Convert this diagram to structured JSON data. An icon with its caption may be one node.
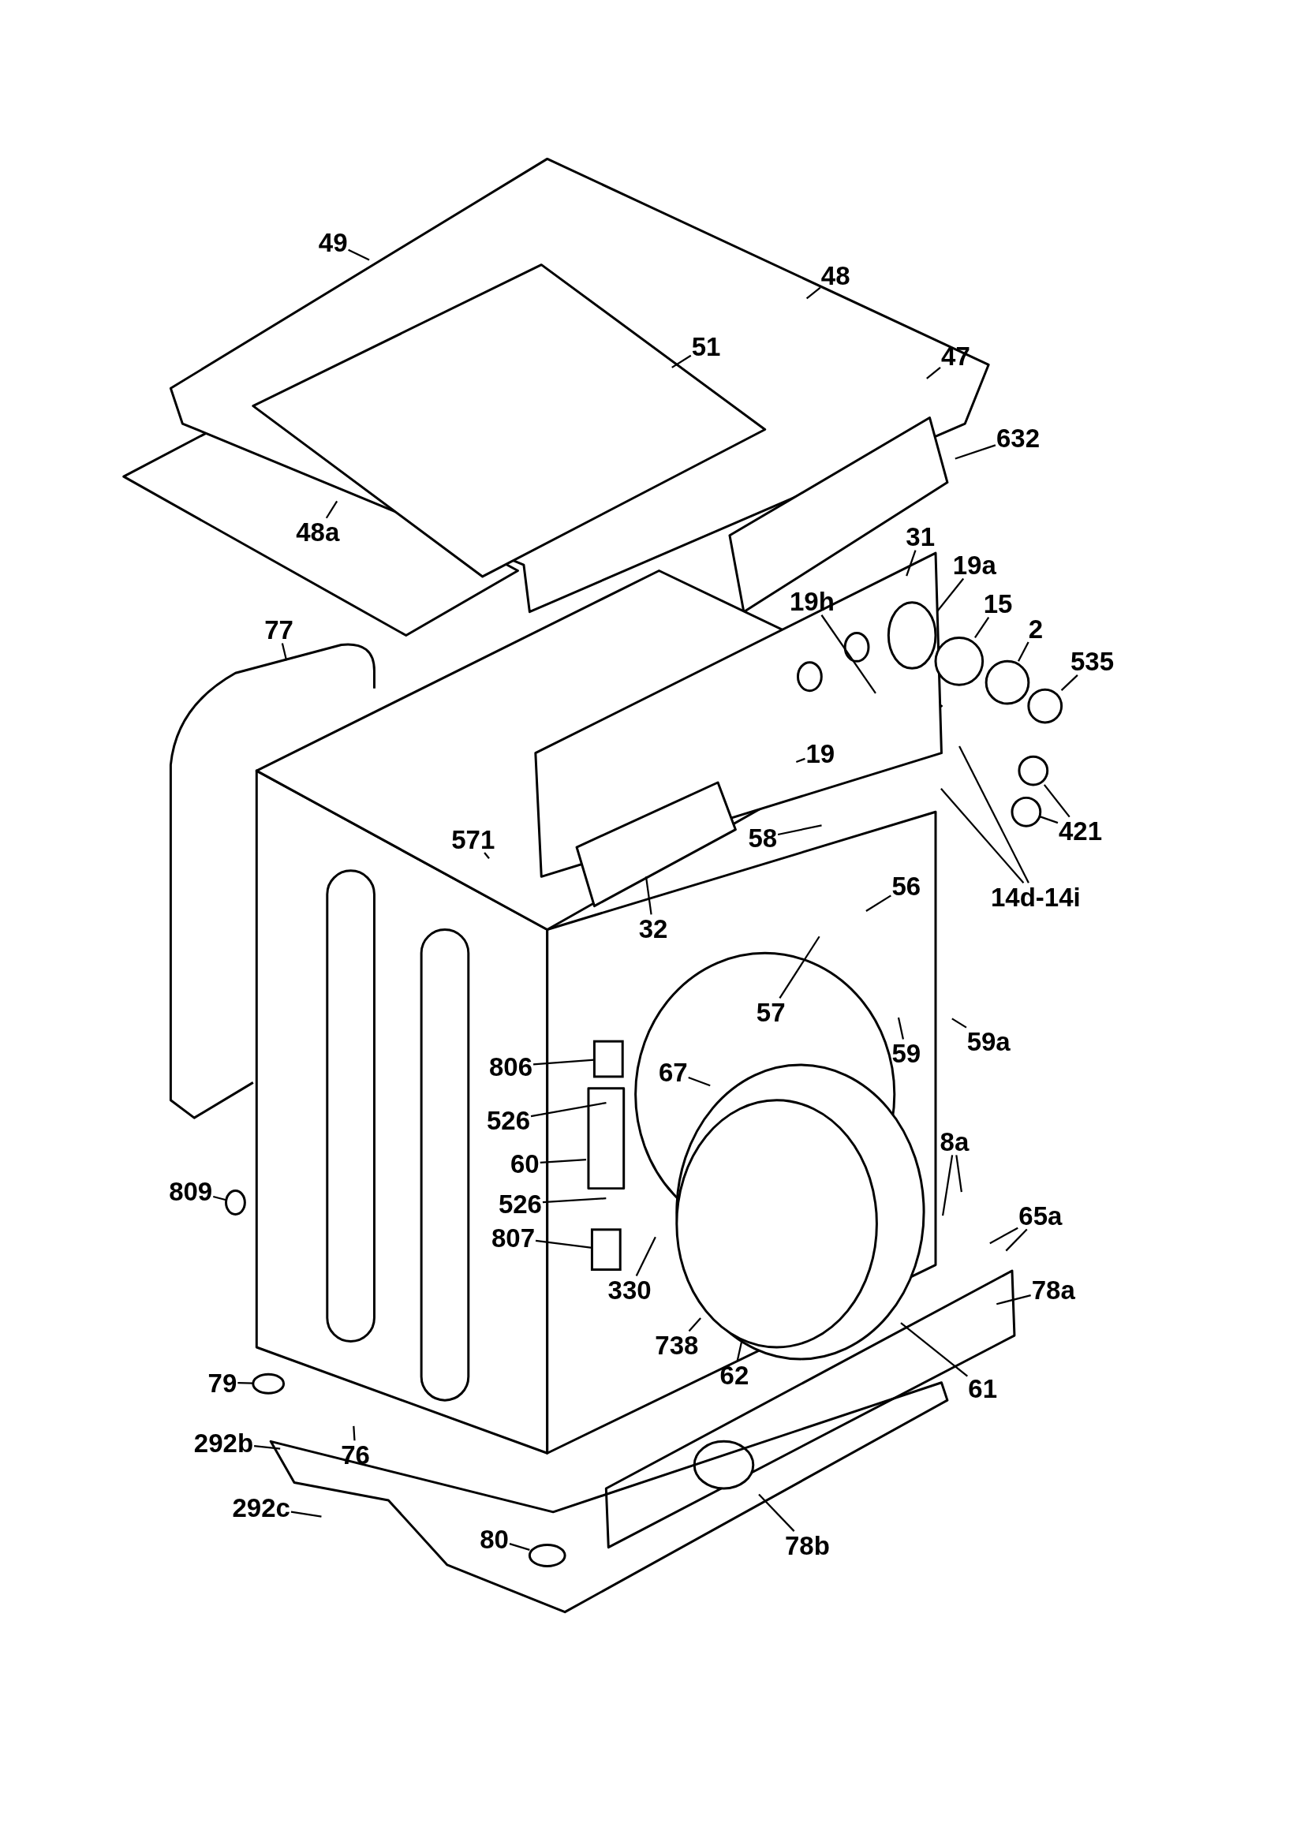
{
  "diagram": {
    "nodes": [
      {
        "text": [
          "49"
        ]
      },
      {
        "text": [
          "48"
        ]
      },
      {
        "text": [
          "51"
        ]
      },
      {
        "text": [
          "47"
        ]
      },
      {
        "text": [
          "632"
        ]
      },
      {
        "text": [
          "48a"
        ]
      },
      {
        "text": [
          "31"
        ]
      },
      {
        "text": [
          "19a"
        ]
      },
      {
        "text": [
          "19h"
        ]
      },
      {
        "text": [
          "15"
        ]
      },
      {
        "text": [
          "2"
        ]
      },
      {
        "text": [
          "77"
        ]
      },
      {
        "text": [
          "535"
        ]
      },
      {
        "text": [
          "19"
        ]
      },
      {
        "text": [
          "421"
        ]
      },
      {
        "text": [
          "571"
        ]
      },
      {
        "text": [
          "58"
        ]
      },
      {
        "text": [
          "14d-14i"
        ]
      },
      {
        "text": [
          "56"
        ]
      },
      {
        "text": [
          "32"
        ]
      },
      {
        "text": [
          "57"
        ]
      },
      {
        "text": [
          "59a"
        ]
      },
      {
        "text": [
          "59"
        ]
      },
      {
        "text": [
          "806"
        ]
      },
      {
        "text": [
          "67"
        ]
      },
      {
        "text": [
          "526"
        ]
      },
      {
        "text": [
          "8a"
        ]
      },
      {
        "text": [
          "60"
        ]
      },
      {
        "text": [
          "809"
        ]
      },
      {
        "text": [
          "526"
        ]
      },
      {
        "text": [
          "65a"
        ]
      },
      {
        "text": [
          "807"
        ]
      },
      {
        "text": [
          "330"
        ]
      },
      {
        "text": [
          "78a"
        ]
      },
      {
        "text": [
          "738"
        ]
      },
      {
        "text": [
          "62"
        ]
      },
      {
        "text": [
          "61"
        ]
      },
      {
        "text": [
          "79"
        ]
      },
      {
        "text": [
          "292b"
        ]
      },
      {
        "text": [
          "76"
        ]
      },
      {
        "text": [
          "292c"
        ]
      },
      {
        "text": [
          "80"
        ]
      },
      {
        "text": [
          "78b"
        ]
      },
      {
        "text": [],
        "shape": "circle"
      },
      {
        "text": [],
        "shape": "circle"
      },
      {
        "text": [],
        "shape": "circle"
      },
      {
        "text": [],
        "shape": "circle"
      },
      {
        "text": [],
        "shape": "circle"
      },
      {
        "text": [],
        "shape": "box"
      },
      {
        "text": [],
        "shape": "box"
      },
      {
        "text": [],
        "shape": "circle"
      },
      {
        "text": [],
        "shape": "circle"
      },
      {
        "text": [],
        "shape": "circle"
      }
    ],
    "edges": [
      {
        "from": 0,
        "to": null,
        "arrow": "none"
      },
      {
        "from": 1,
        "to": null,
        "arrow": "none"
      },
      {
        "from": 2,
        "to": null,
        "arrow": "none"
      },
      {
        "from": 3,
        "to": null,
        "arrow": "none"
      },
      {
        "from": 4,
        "to": null,
        "arrow": "none"
      },
      {
        "from": 5,
        "to": null,
        "arrow": "none"
      },
      {
        "from": 6,
        "to": null,
        "arrow": "none"
      },
      {
        "from": 7,
        "to": null,
        "arrow": "none"
      },
      {
        "from": 8,
        "to": null,
        "arrow": "none"
      },
      {
        "from": 9,
        "to": 43,
        "arrow": "none"
      },
      {
        "from": 10,
        "to": 44,
        "arrow": "none"
      },
      {
        "from": 11,
        "to": null,
        "arrow": "none"
      },
      {
        "from": 12,
        "to": 45,
        "arrow": "none"
      },
      {
        "from": 13,
        "to": null,
        "arrow": "none"
      },
      {
        "from": 14,
        "to": 46,
        "arrow": "none"
      },
      {
        "from": 14,
        "to": 47,
        "arrow": "none"
      },
      {
        "from": 15,
        "to": null,
        "arrow": "none"
      },
      {
        "from": 16,
        "to": null,
        "arrow": "none"
      },
      {
        "from": 17,
        "to": null,
        "arrow": "none"
      },
      {
        "from": 17,
        "to": null,
        "arrow": "none"
      },
      {
        "from": 18,
        "to": null,
        "arrow": "none"
      },
      {
        "from": 19,
        "to": null,
        "arrow": "none"
      },
      {
        "from": 20,
        "to": null,
        "arrow": "none"
      },
      {
        "from": 21,
        "to": null,
        "arrow": "none"
      },
      {
        "from": 22,
        "to": null,
        "arrow": "none"
      },
      {
        "from": 23,
        "to": 48,
        "arrow": "none"
      },
      {
        "from": 24,
        "to": null,
        "arrow": "none"
      },
      {
        "from": 25,
        "to": null,
        "arrow": "none"
      },
      {
        "from": 26,
        "to": null,
        "arrow": "none"
      },
      {
        "from": 26,
        "to": null,
        "arrow": "none"
      },
      {
        "from": 27,
        "to": null,
        "arrow": "none"
      },
      {
        "from": 28,
        "to": 50,
        "arrow": "none"
      },
      {
        "from": 29,
        "to": null,
        "arrow": "none"
      },
      {
        "from": 30,
        "to": null,
        "arrow": "none"
      },
      {
        "from": 30,
        "to": null,
        "arrow": "none"
      },
      {
        "from": 31,
        "to": 49,
        "arrow": "none"
      },
      {
        "from": 32,
        "to": null,
        "arrow": "none"
      },
      {
        "from": 33,
        "to": null,
        "arrow": "none"
      },
      {
        "from": 34,
        "to": null,
        "arrow": "none"
      },
      {
        "from": 35,
        "to": null,
        "arrow": "none"
      },
      {
        "from": 36,
        "to": null,
        "arrow": "none"
      },
      {
        "from": 37,
        "to": 51,
        "arrow": "none"
      },
      {
        "from": 38,
        "to": null,
        "arrow": "none"
      },
      {
        "from": 39,
        "to": null,
        "arrow": "none"
      },
      {
        "from": 40,
        "to": null,
        "arrow": "none"
      },
      {
        "from": 41,
        "to": 52,
        "arrow": "none"
      },
      {
        "from": 42,
        "to": null,
        "arrow": "none"
      }
    ]
  }
}
